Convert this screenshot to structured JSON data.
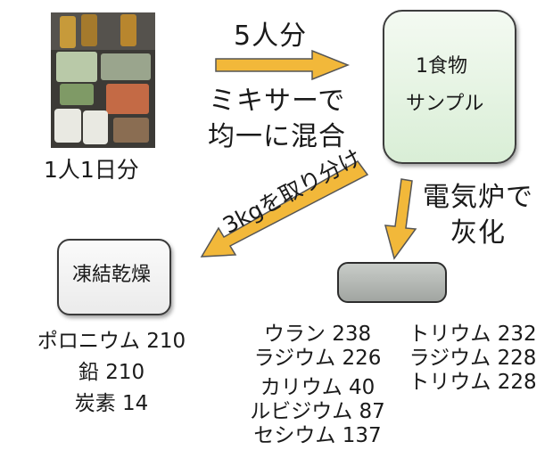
{
  "photo": {
    "caption": "1人1日分"
  },
  "arrow_top": {
    "label": "5人分"
  },
  "mix_label": {
    "line1": "ミキサーで",
    "line2": "均一に混合"
  },
  "sample_box": {
    "line1": "1食物",
    "line2": "サンプル"
  },
  "split_label": "3kgを取り分け",
  "ash_label": {
    "line1": "電気炉で",
    "line2": "灰化"
  },
  "freeze_box": {
    "label": "凍結乾燥"
  },
  "freeze_list": [
    "ポロニウム 210",
    "鉛 210",
    "炭素 14"
  ],
  "ash_list_left": [
    "ウラン 238",
    "ラジウム 226",
    "カリウム 40",
    "ルビジウム 87",
    "セシウム 137"
  ],
  "ash_list_right": [
    "トリウム 232",
    "ラジウム 228",
    "トリウム 228"
  ],
  "colors": {
    "arrow": "#f2b83a",
    "arrow_outline": "#555555",
    "sample_fill": "#dcefd9",
    "ash_fill": "#b1b5b1"
  }
}
